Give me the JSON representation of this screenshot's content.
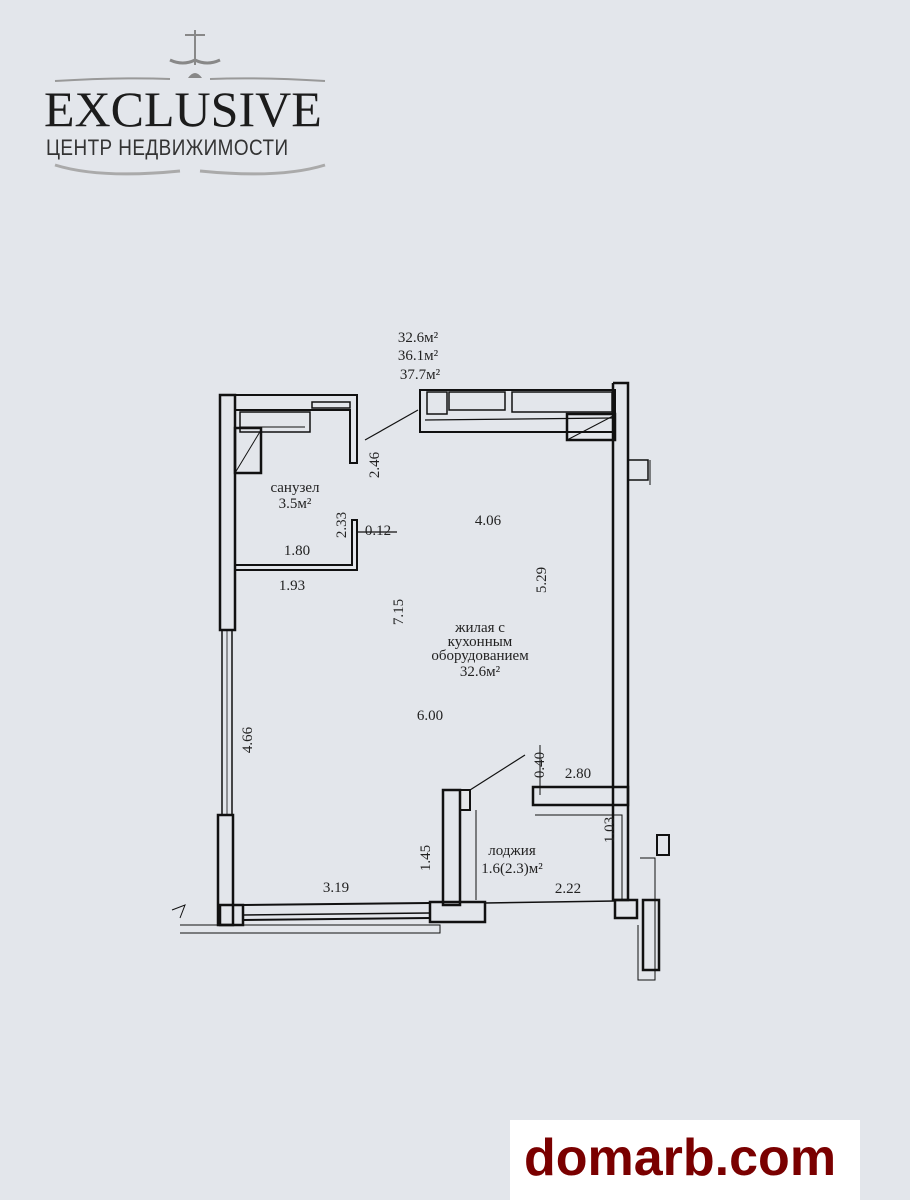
{
  "logo": {
    "title": "EXCLUSIVE",
    "subtitle": "ЦЕНТР НЕДВИЖИМОСТИ",
    "icon": "scales-icon"
  },
  "plan": {
    "areas": [
      "32.6м²",
      "36.1м²",
      "37.7м²"
    ],
    "bathroom": {
      "label": "санузел",
      "area": "3.5м²"
    },
    "living": {
      "lines": [
        "жилая с",
        "кухонным",
        "оборудованием"
      ],
      "area": "32.6м²"
    },
    "loggia": {
      "label": "лоджия",
      "area": "1.6(2.3)м²"
    },
    "dimensions": {
      "d246": "2.46",
      "d233": "2.33",
      "d012": "0.12",
      "d406": "4.06",
      "d180": "1.80",
      "d193": "1.93",
      "d529": "5.29",
      "d715": "7.15",
      "d600": "6.00",
      "d466": "4.66",
      "d040": "0.40",
      "d280": "2.80",
      "d145": "1.45",
      "d103": "1.03",
      "d319": "3.19",
      "d222": "2.22"
    }
  },
  "watermark": {
    "text": "domarb.com",
    "color": "#7a0000"
  }
}
